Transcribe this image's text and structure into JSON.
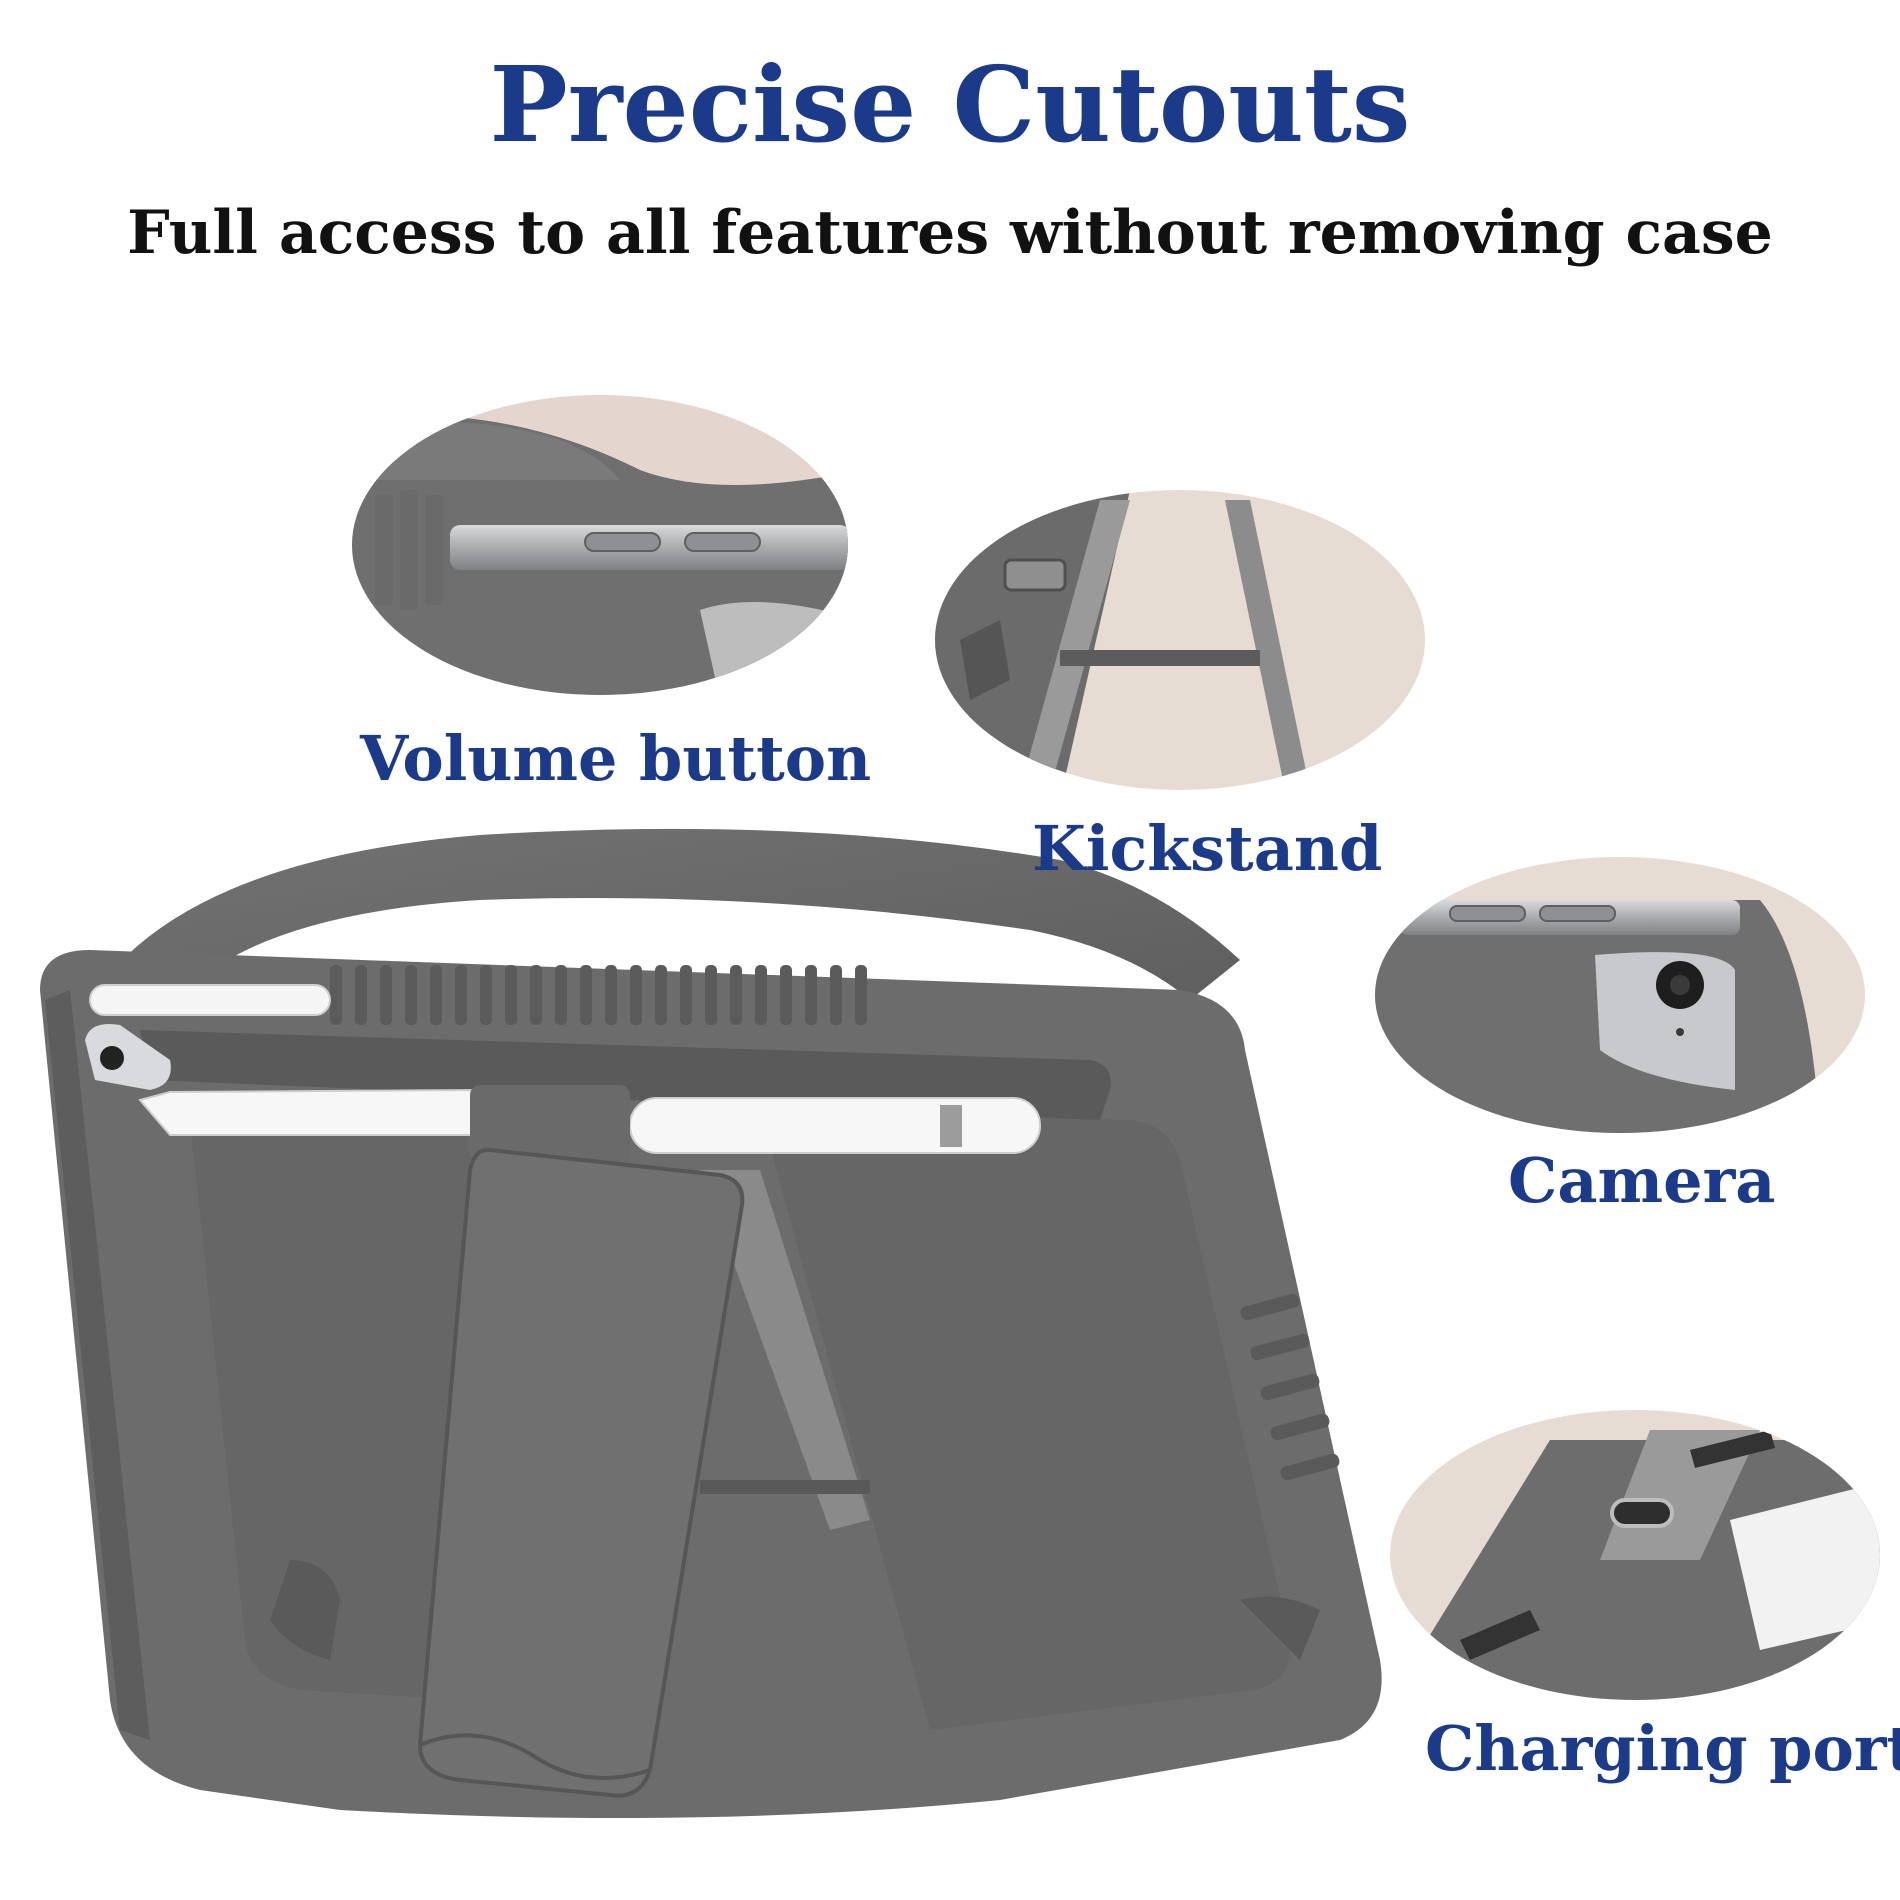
{
  "header": {
    "title": "Precise Cutouts",
    "subtitle": "Full access to all features without removing case"
  },
  "callouts": [
    {
      "id": "volume",
      "label": "Volume button"
    },
    {
      "id": "kickstand",
      "label": "Kickstand"
    },
    {
      "id": "camera",
      "label": "Camera"
    },
    {
      "id": "charging",
      "label": "Charging port"
    }
  ],
  "colors": {
    "title": "#1b3a8a",
    "subtitle": "#111111",
    "case_gray": "#6e6e6e",
    "case_dark": "#5a5a5a",
    "pencil_white": "#f4f4f4",
    "bubble_beige": "#e6dbd2"
  }
}
